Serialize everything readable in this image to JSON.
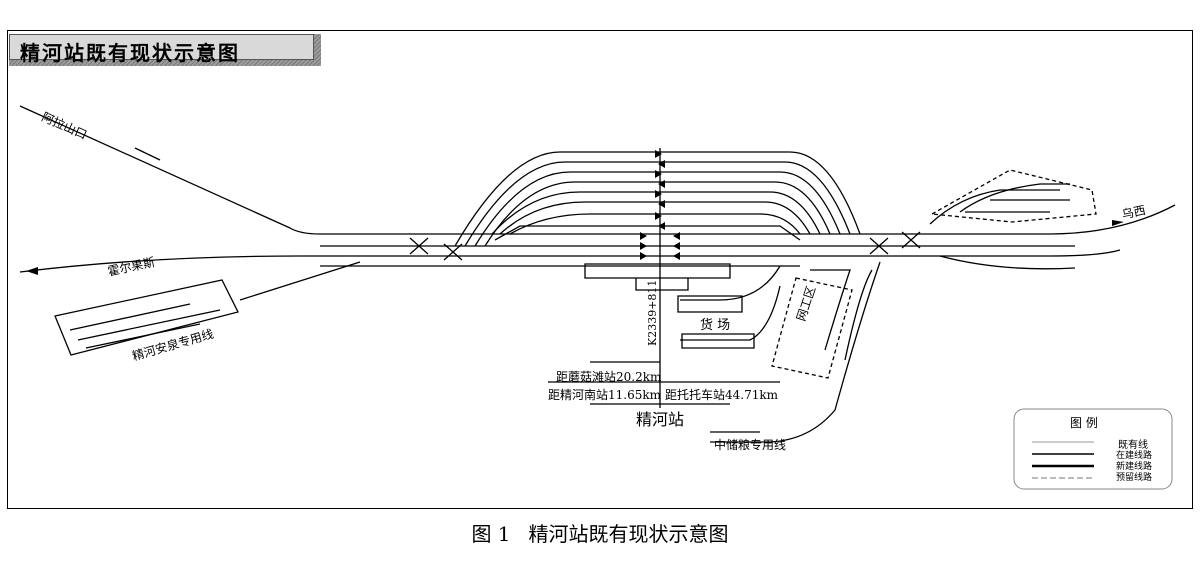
{
  "title": "精河站既有现状示意图",
  "caption": {
    "figure_number": "图 1",
    "text": "精河站既有现状示意图"
  },
  "directions": {
    "alashankou": "阿拉山口",
    "horgos": "霍尔果斯",
    "urumqi": "乌西"
  },
  "sidings": {
    "jinghe_anju": "精河安泉专用线",
    "zhongchuliang": "中储粮专用线"
  },
  "areas": {
    "freight_yard": "货 场",
    "works_area": "网工区"
  },
  "mileage": "K2339+811",
  "distances": {
    "mogu": "距蘑菇滩站20.2km",
    "jinghe_south": "距精河南站11.65km",
    "tuotuo": "距托托车站44.71km"
  },
  "station_name": "精河站",
  "legend": {
    "title": "图 例",
    "items": [
      "既有线",
      "在建线路",
      "新建线路",
      "预留线路"
    ]
  }
}
